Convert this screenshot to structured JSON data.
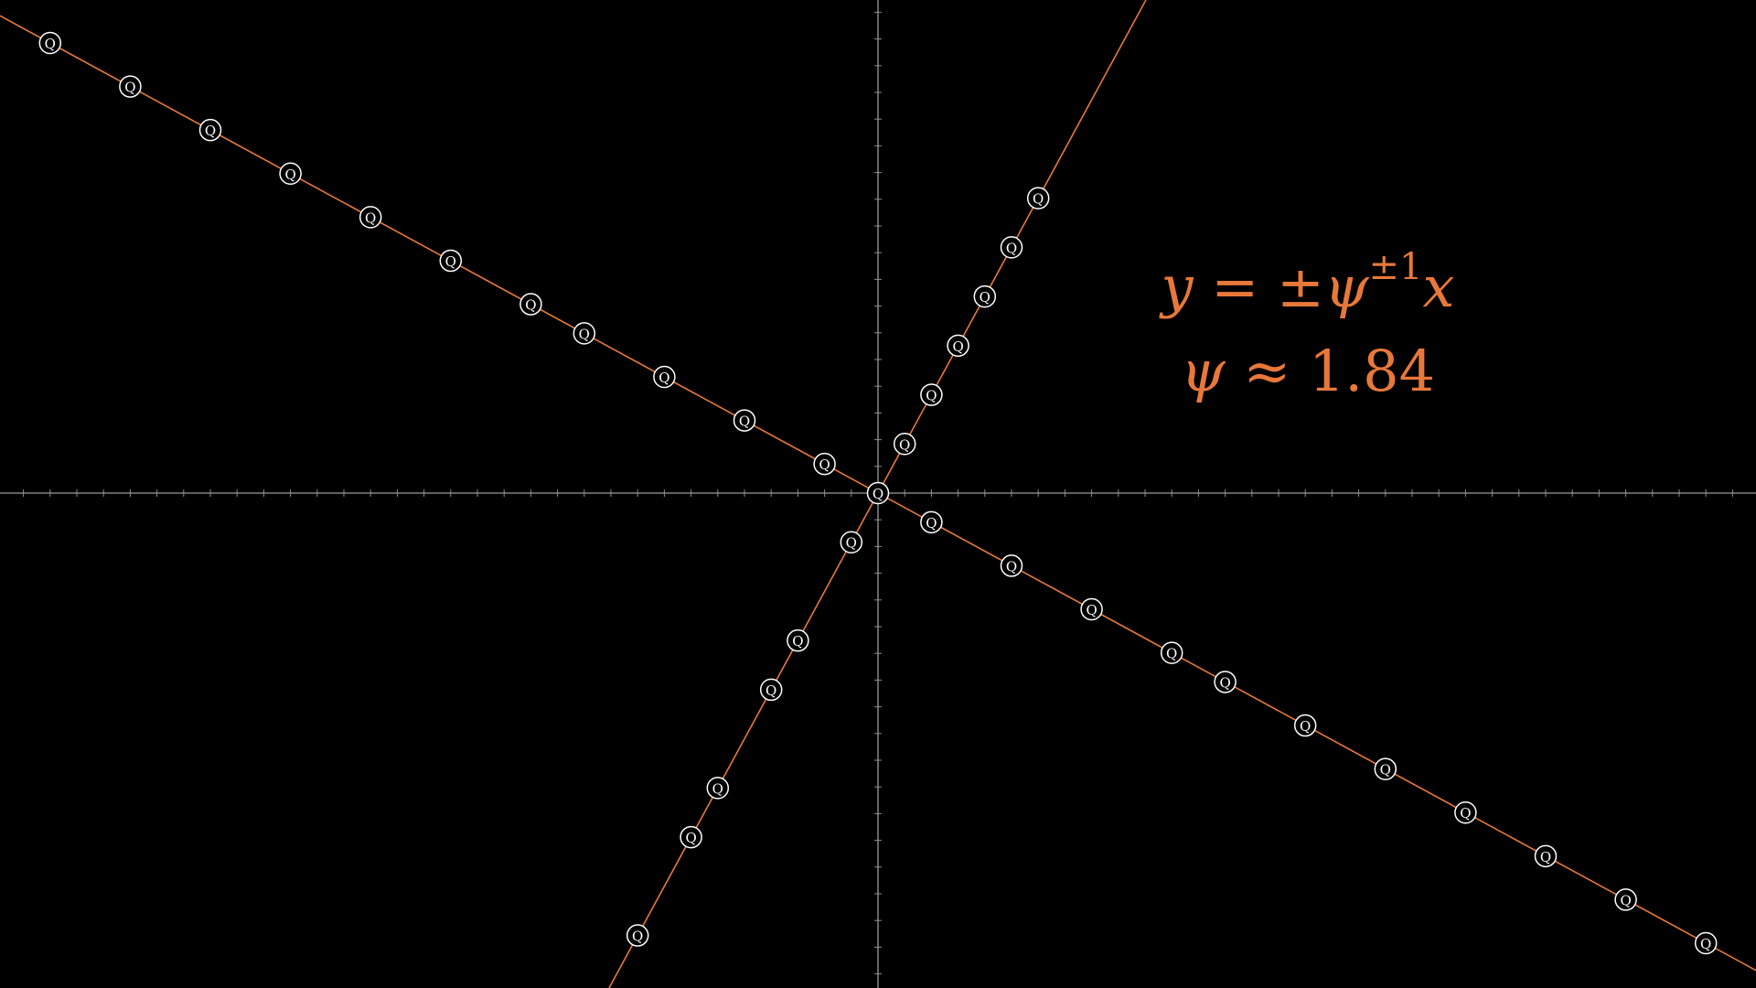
{
  "colors": {
    "background": "#000000",
    "line": "#e8783a",
    "point_stroke": "#ffffff",
    "axis": "#9a9a9a",
    "formula": "#e8783a"
  },
  "formula": {
    "equation": {
      "lhs": "y",
      "equals": "=",
      "plus_minus": "±",
      "base": "ψ",
      "exponent": "±1",
      "variable": "x"
    },
    "approximation": {
      "symbol": "ψ",
      "approx": "≈",
      "value": "1.84"
    }
  },
  "point_label": "Q",
  "lines": [
    {
      "name": "steep",
      "slope": 1.84
    },
    {
      "name": "shallow",
      "slope": -0.5435
    }
  ],
  "points": {
    "steep": [
      [
        1.0,
        1.84
      ],
      [
        2.0,
        3.68
      ],
      [
        3.0,
        5.52
      ],
      [
        4.0,
        7.36
      ],
      [
        5.0,
        9.2
      ],
      [
        6.0,
        11.04
      ],
      [
        -1.0,
        -1.84
      ],
      [
        -3.0,
        -5.52
      ],
      [
        -4.0,
        -7.36
      ],
      [
        -6.0,
        -11.04
      ],
      [
        -7.0,
        -12.88
      ],
      [
        -9.0,
        -16.56
      ]
    ],
    "shallow": [
      [
        -31.0,
        16.85
      ],
      [
        -28.0,
        15.22
      ],
      [
        -25.0,
        13.59
      ],
      [
        -22.0,
        11.96
      ],
      [
        -19.0,
        10.33
      ],
      [
        -16.0,
        8.7
      ],
      [
        -13.0,
        7.07
      ],
      [
        -11.0,
        5.98
      ],
      [
        -8.0,
        4.35
      ],
      [
        -5.0,
        2.72
      ],
      [
        -2.0,
        1.09
      ],
      [
        0.0,
        0.0
      ],
      [
        2.0,
        -1.09
      ],
      [
        5.0,
        -2.72
      ],
      [
        8.0,
        -4.35
      ],
      [
        11.0,
        -5.98
      ],
      [
        13.0,
        -7.07
      ],
      [
        16.0,
        -8.7
      ],
      [
        19.0,
        -10.33
      ],
      [
        22.0,
        -11.96
      ],
      [
        25.0,
        -13.59
      ],
      [
        28.0,
        -15.22
      ],
      [
        31.0,
        -16.85
      ]
    ]
  }
}
